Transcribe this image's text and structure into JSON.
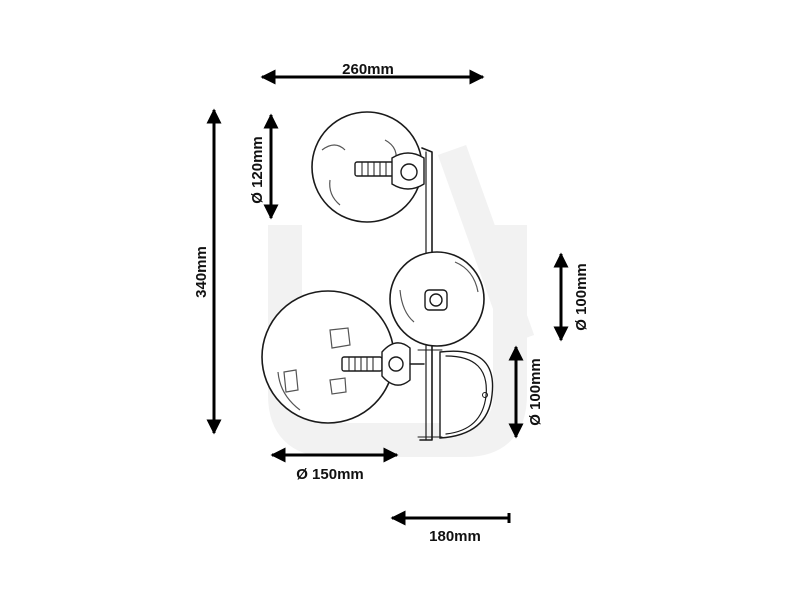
{
  "dimensions": {
    "width": "260mm",
    "height": "340mm",
    "top_globe": "Ø 120mm",
    "middle_globe": "Ø 100mm",
    "bottom_globe": "Ø 100mm",
    "left_globe": "Ø 150mm",
    "depth": "180mm"
  },
  "colors": {
    "line": "#1a1a1a",
    "watermark": "#e6e6e6",
    "background": "#ffffff"
  }
}
